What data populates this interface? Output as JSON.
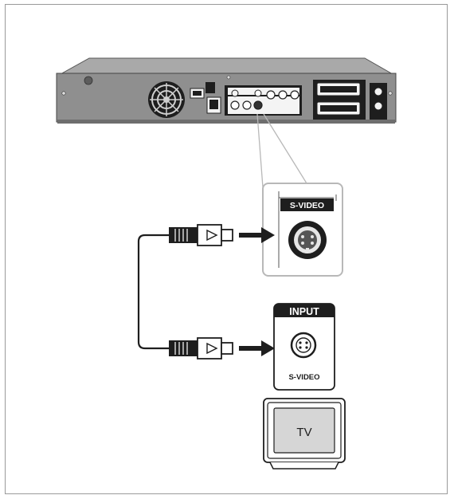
{
  "colors": {
    "frame": "#9a9a9a",
    "device_body": "#8f8f8f",
    "device_top": "#a9a9a9",
    "dark_panel": "#1e1e1e",
    "label_bg": "#1e1e1e",
    "label_text": "#ffffff",
    "tv_screen": "#d6d6d6",
    "callout_border": "#b8b8b8"
  },
  "callout": {
    "jack_label": "S-VIDEO"
  },
  "tv_panel": {
    "header": "INPUT",
    "jack_label": "S-VIDEO"
  },
  "tv": {
    "screen_label": "TV"
  },
  "icons": [
    "recorder-rear-panel",
    "cooling-fan-icon",
    "s-video-jack-icon",
    "s-video-plug-icon",
    "arrow-right-icon",
    "television-icon"
  ]
}
